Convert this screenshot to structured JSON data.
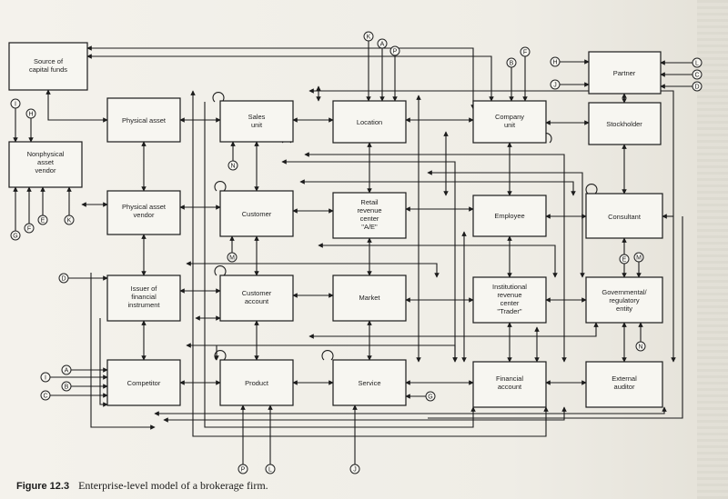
{
  "caption": {
    "label": "Figure 12.3",
    "text": "Enterprise-level model of a brokerage firm."
  },
  "entities": {
    "source_capital": [
      "Source of",
      "capital funds"
    ],
    "nonphysical_vendor": [
      "Nonphysical",
      "asset",
      "vendor"
    ],
    "physical_asset": [
      "Physical asset"
    ],
    "physical_vendor": [
      "Physical asset",
      "vendor"
    ],
    "issuer": [
      "Issuer of",
      "financial",
      "instrument"
    ],
    "competitor": [
      "Competitor"
    ],
    "sales_unit": [
      "Sales",
      "unit"
    ],
    "customer": [
      "Customer"
    ],
    "customer_account": [
      "Customer",
      "account"
    ],
    "product": [
      "Product"
    ],
    "location": [
      "Location"
    ],
    "retail_center": [
      "Retail",
      "revenue",
      "center",
      "\"A/E\""
    ],
    "market": [
      "Market"
    ],
    "service": [
      "Service"
    ],
    "company_unit": [
      "Company",
      "unit"
    ],
    "employee": [
      "Employee"
    ],
    "institutional_center": [
      "Institutional",
      "revenue",
      "center",
      "\"Trader\""
    ],
    "financial_account": [
      "Financial",
      "account"
    ],
    "partner": [
      "Partner"
    ],
    "stockholder": [
      "Stockholder"
    ],
    "consultant": [
      "Consultant"
    ],
    "governmental": [
      "Governmental/",
      "regulatory",
      "entity"
    ],
    "external_auditor": [
      "External",
      "auditor"
    ]
  },
  "connectors": {
    "k_top": "K",
    "a_top": "A",
    "p_top": "P",
    "b_top": "B",
    "f_top": "F",
    "h_partner": "H",
    "j_partner": "J",
    "l_partner": "L",
    "c_partner": "C",
    "d_partner": "D",
    "i_left": "I",
    "h_left": "H",
    "g_vendor": "G",
    "f_vendor": "F",
    "e_vendor": "E",
    "k_vendor": "K",
    "n_sales": "N",
    "m_customer": "M",
    "d_issuer": "D",
    "a_comp": "A",
    "i_comp": "I",
    "b_comp": "B",
    "c_comp": "C",
    "e_cons": "E",
    "m_cons": "M",
    "n_gov": "N",
    "g_service": "G",
    "p_bottom": "P",
    "l_bottom": "L",
    "j_bottom": "J"
  }
}
